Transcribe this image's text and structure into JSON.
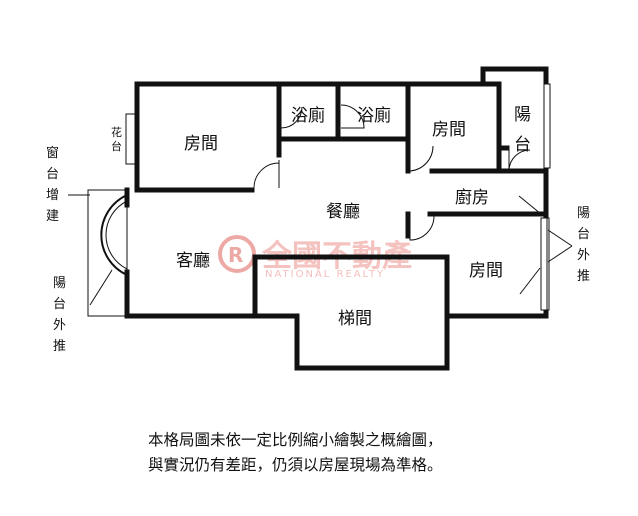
{
  "rooms": {
    "bedroom_left": "房間",
    "bath_1": "浴廁",
    "bath_2": "浴廁",
    "bedroom_top_right": "房間",
    "balcony_top": "陽台",
    "dining": "餐廳",
    "kitchen": "廚房",
    "living": "客廳",
    "bedroom_right": "房間",
    "stairs": "梯間"
  },
  "annotations": {
    "planter": "花台",
    "window_sill_added": "窗台增建",
    "balcony_extended_left": "陽台外推",
    "balcony_extended_right": "陽台外推"
  },
  "watermark": {
    "chinese": "全國不動產",
    "english": "NATIONAL REALTY"
  },
  "disclaimer": {
    "line1": "本格局圖未依一定比例縮小繪製之概繪圖，",
    "line2": "與實況仍有差距，仍須以房屋現場為準格。"
  },
  "colors": {
    "wall": "#111111",
    "watermark": "#f3b8b5",
    "logo": "#e8938e"
  }
}
